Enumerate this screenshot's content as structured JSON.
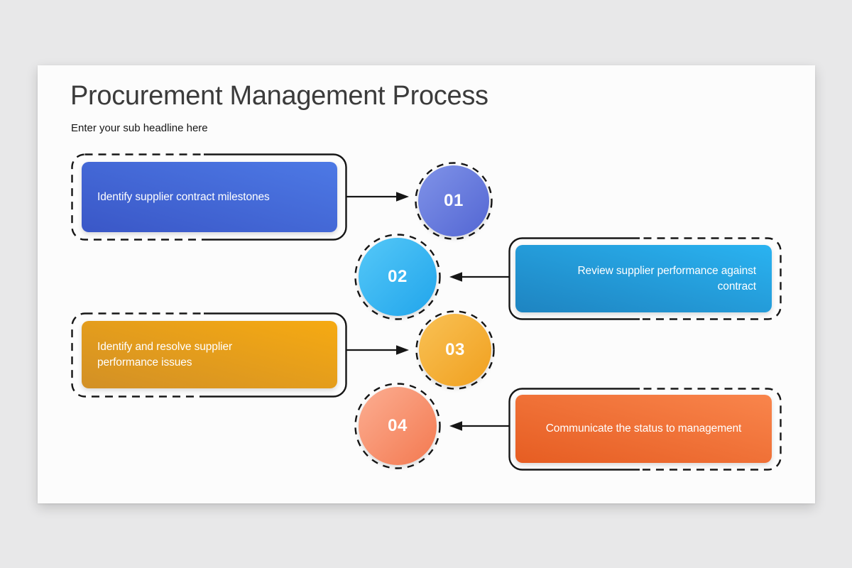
{
  "header": {
    "title": "Procurement Management Process",
    "subtitle": "Enter your sub headline here"
  },
  "steps": [
    {
      "number": "01",
      "label": "Identify supplier contract milestones"
    },
    {
      "number": "02",
      "label": "Review supplier performance against contract"
    },
    {
      "number": "03",
      "label": "Identify and resolve supplier performance issues"
    },
    {
      "number": "04",
      "label": "Communicate the status to management"
    }
  ],
  "colors": {
    "page_background": "#e8e8e9",
    "slide_background": "#fcfcfc",
    "outline": "#161616",
    "text_on_color": "#ffffff",
    "title_text": "#3b3b3b",
    "steps": [
      {
        "box_gradient": [
          "#3a57c7",
          "#4d79e5"
        ],
        "circle_gradient": [
          "#8093e8",
          "#5366d3"
        ]
      },
      {
        "box_gradient": [
          "#1e84c1",
          "#2ab3f1"
        ],
        "circle_gradient": [
          "#55c8f8",
          "#21a5eb"
        ]
      },
      {
        "box_gradient": [
          "#d29026",
          "#f6aa12"
        ],
        "circle_gradient": [
          "#f9c155",
          "#f0a01f"
        ]
      },
      {
        "box_gradient": [
          "#e65d22",
          "#f9854c"
        ],
        "circle_gradient": [
          "#fcae92",
          "#f37950"
        ]
      }
    ]
  }
}
